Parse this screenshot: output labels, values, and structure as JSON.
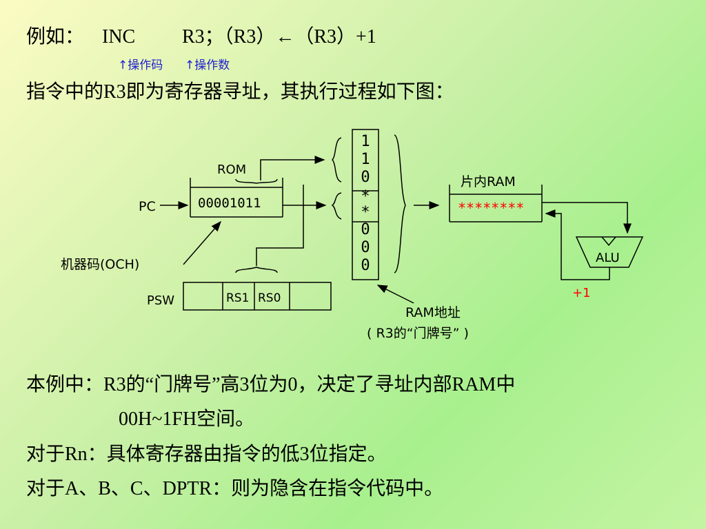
{
  "example_line": {
    "prefix": "例如：",
    "mnemonic": "INC",
    "operand": "R3；（R3）←（R3）+1"
  },
  "annotations": {
    "opcode": "↑操作码",
    "operand": "↑操作数"
  },
  "intro": "指令中的R3即为寄存器寻址，其执行过程如下图：",
  "diagram": {
    "rom_label": "ROM",
    "pc_label": "PC",
    "rom_cell": "00001011",
    "machine_code_label": "机器码(OCH)",
    "psw_label": "PSW",
    "rs1": "RS1",
    "rs0": "RS0",
    "bits": [
      "1",
      "1",
      "0",
      "*",
      "*",
      "0",
      "0",
      "0"
    ],
    "ram_title": "片内RAM",
    "ram_cell": "********",
    "alu_label": "ALU",
    "plus_one": "+1",
    "ram_addr_label": "RAM地址",
    "ram_addr_sub": "( R3的“门牌号” )",
    "colors": {
      "red": "#ff0000",
      "blue": "#1f1fd0"
    }
  },
  "body_lines": [
    "本例中：R3的“门牌号”高3位为0，决定了寻址内部RAM中",
    "00H~1FH空间。",
    "对于Rn：具体寄存器由指令的低3位指定。",
    "对于A、B、C、DPTR：则为隐含在指令代码中。"
  ]
}
